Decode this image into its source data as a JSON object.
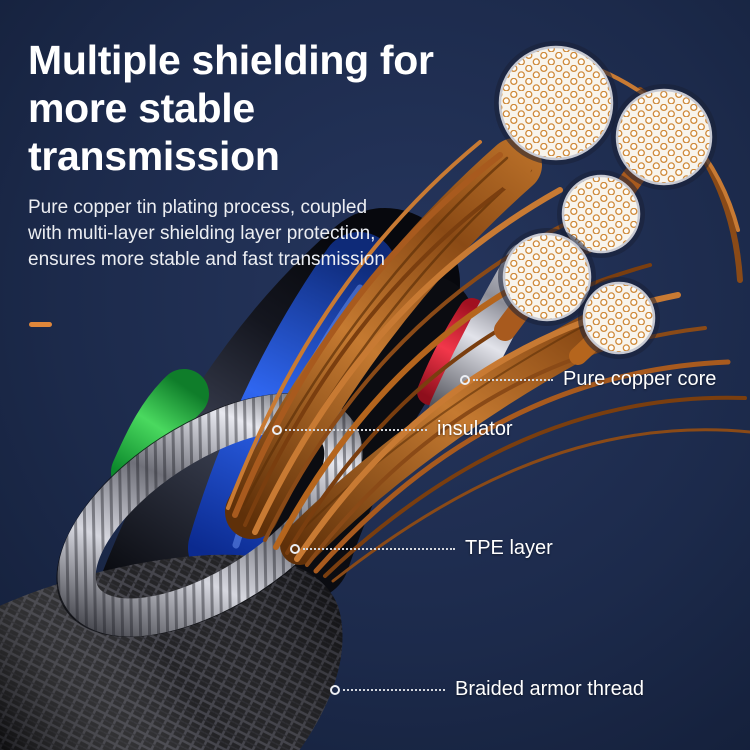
{
  "title": "Multiple shielding for more stable transmission",
  "description": "Pure copper tin plating process, coupled with multi-layer shielding layer protection, ensures more stable and fast transmission",
  "callouts": {
    "pure_copper_core": {
      "label": "Pure copper core"
    },
    "insulator": {
      "label": "insulator"
    },
    "tpe_layer": {
      "label": "TPE layer"
    },
    "braided_armor": {
      "label": "Braided armor thread"
    }
  },
  "colors": {
    "background": "#1d2b4c",
    "accent_dash": "#e0873a",
    "copper": "#b5651d",
    "insulator_blue": "#2f66f0",
    "insulator_green": "#4ad95f",
    "insulator_red": "#f2374a",
    "text": "#ffffff"
  }
}
